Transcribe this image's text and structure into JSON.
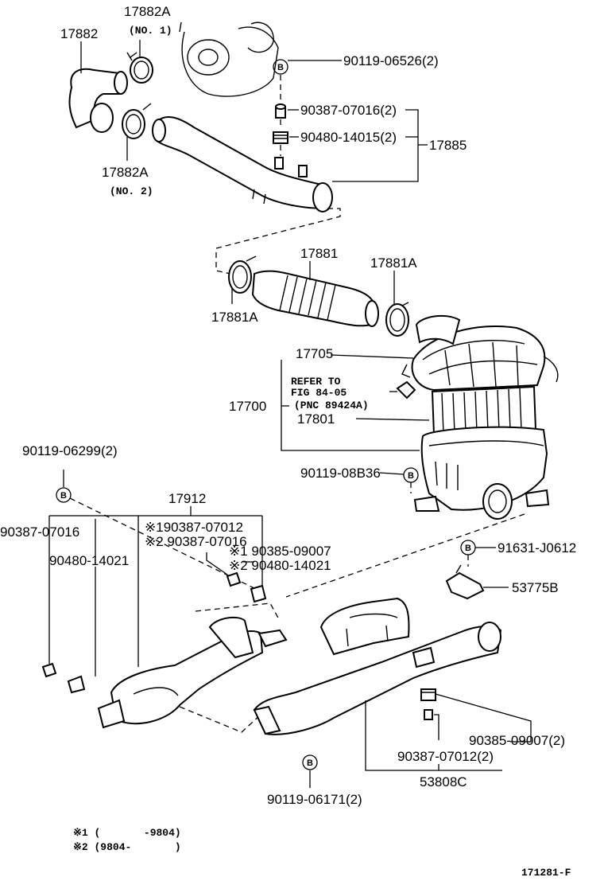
{
  "labels": {
    "p17882": "17882",
    "p17882A_1": "17882A",
    "no1": "(NO. 1)",
    "p17882A_2": "17882A",
    "no2": "(NO. 2)",
    "p90119_06526": "90119-06526(2)",
    "p90387_07016_2": "90387-07016(2)",
    "p90480_14015": "90480-14015(2)",
    "p17885": "17885",
    "p17881": "17881",
    "p17881A_r": "17881A",
    "p17881A_l": "17881A",
    "p17705": "17705",
    "refer1": "REFER TO",
    "refer2": "FIG 84-05",
    "refer3": "(PNC 89424A)",
    "p17700": "17700",
    "p17801": "17801",
    "p90119_08B36": "90119-08B36",
    "p90119_06299": "90119-06299(2)",
    "p17912": "17912",
    "p90387_07016": "90387-07016",
    "p90480_14021": "90480-14021",
    "k1_90387_07012": "※190387-07012",
    "k2_90387_07016": "※2 90387-07016",
    "k1_90385_09007": "※1 90385-09007",
    "k2_90480_14021": "※2 90480-14021",
    "p91631_J0612": "91631-J0612",
    "p53775B": "53775B",
    "p90385_09007_2": "90385-09007(2)",
    "p90387_07012_2": "90387-07012(2)",
    "p53808C": "53808C",
    "p90119_06171": "90119-06171(2)",
    "note1": "※1 (       -9804)",
    "note2": "※2 (9804-       )",
    "figcode": "171281-F",
    "bolt": "B"
  }
}
